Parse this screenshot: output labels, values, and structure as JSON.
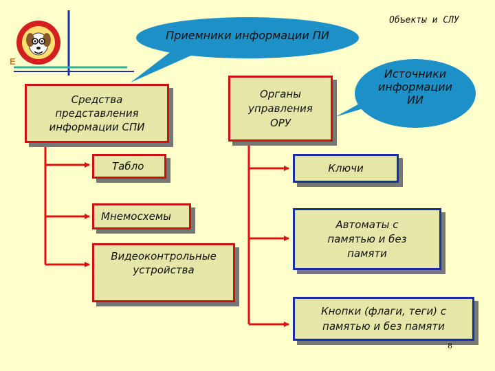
{
  "header": {
    "title": "Объекты и СЛУ"
  },
  "logo": {
    "letter": "E"
  },
  "bubble_pi": {
    "text": "Приемники информации ПИ"
  },
  "bubble_ii": {
    "text": "Источники\nинформации\nИИ"
  },
  "boxes": {
    "spi": "Средства\nпредставления\nинформации СПИ",
    "tablo": "Табло",
    "mnemo": "Мнемосхемы",
    "video": "Видеоконтрольные\nустройства",
    "oru": "Органы\nуправления\nОРУ",
    "keys": "Ключи",
    "auto": "Автоматы с\nпамятью и без\nпамяти",
    "buttons": "Кнопки (флаги, теги) с\nпамятью и без памяти"
  },
  "page_number": "8",
  "colors": {
    "background": "#ffffcc",
    "box_fill": "#e6e6a8",
    "border_red": "#cc1111",
    "border_blue": "#1a2da8",
    "connector": "#dd1111",
    "bubble": "#1e90c8"
  }
}
